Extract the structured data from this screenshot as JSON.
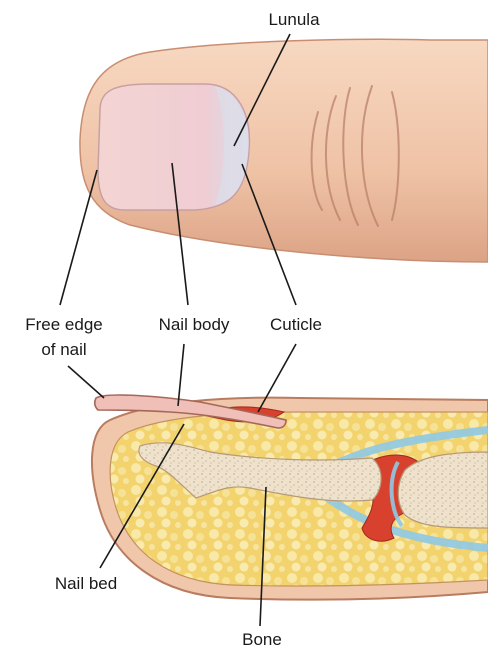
{
  "labels": {
    "lunula": "Lunula",
    "free_edge_line1": "Free edge",
    "free_edge_line2": "of nail",
    "nail_body": "Nail body",
    "cuticle": "Cuticle",
    "nail_bed": "Nail bed",
    "bone": "Bone"
  },
  "colors": {
    "skin": "#f2c9ad",
    "skin_shadow": "#dfa98a",
    "nail": "#f3d3d5",
    "lunula": "#dcdde8",
    "fat": "#f0d16a",
    "bone": "#efe3cf",
    "blood": "#d8412e",
    "vessel": "#8fc9e6"
  }
}
